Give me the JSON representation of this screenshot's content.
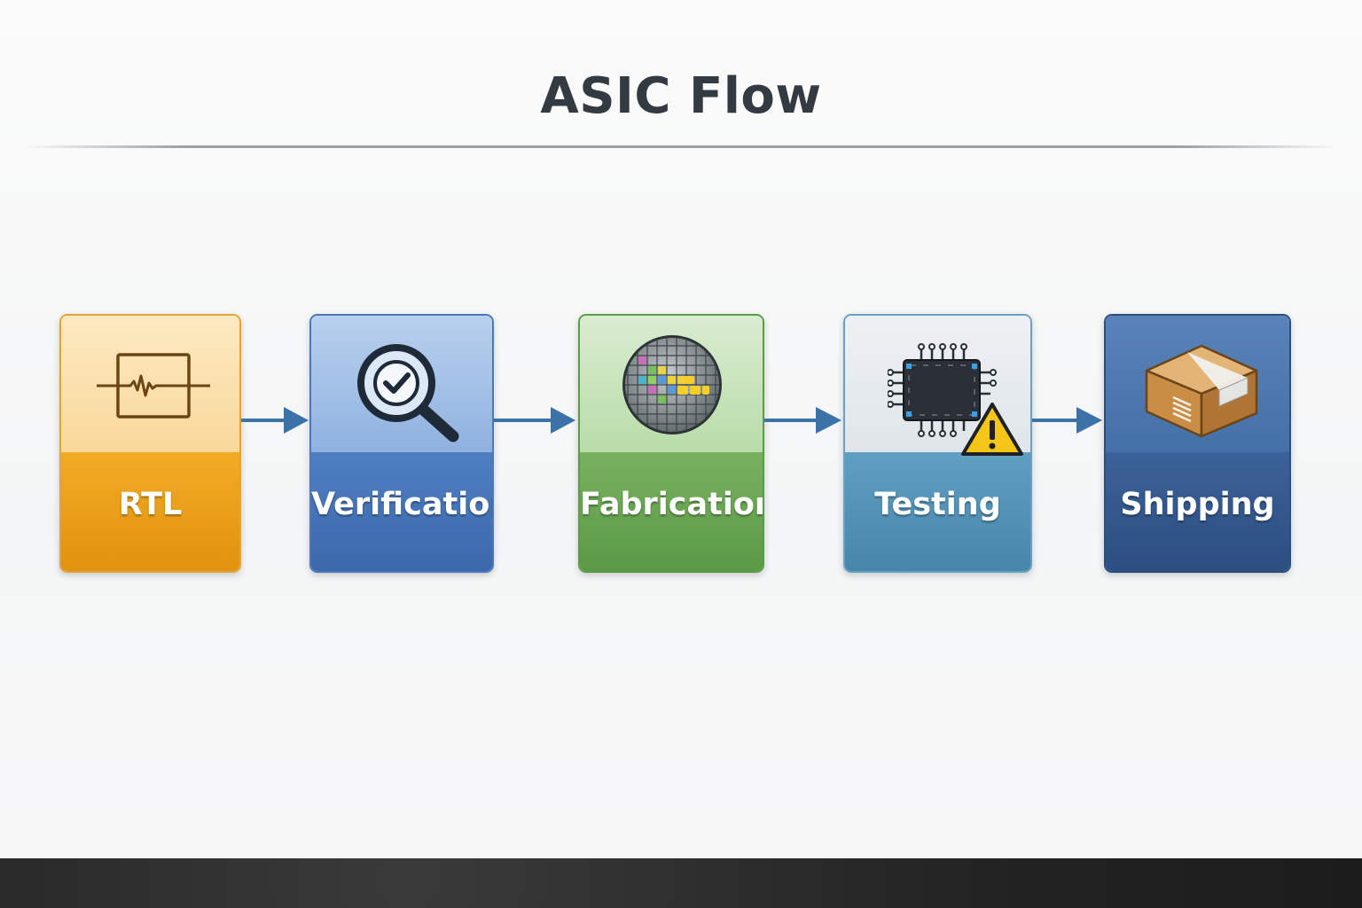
{
  "title": "ASIC Flow",
  "steps": [
    {
      "label": "RTL",
      "icon": "waveform-icon",
      "color": "#f3ab26"
    },
    {
      "label": "Verification",
      "icon": "magnifier-check-icon",
      "color": "#4f7fc3"
    },
    {
      "label": "Fabrication",
      "icon": "wafer-icon",
      "color": "#77b25f"
    },
    {
      "label": "Testing",
      "icon": "chip-warning-icon",
      "color": "#5f9fc2"
    },
    {
      "label": "Shipping",
      "icon": "package-box-icon",
      "color": "#3b6299"
    }
  ],
  "arrow_color": "#3b72a8"
}
